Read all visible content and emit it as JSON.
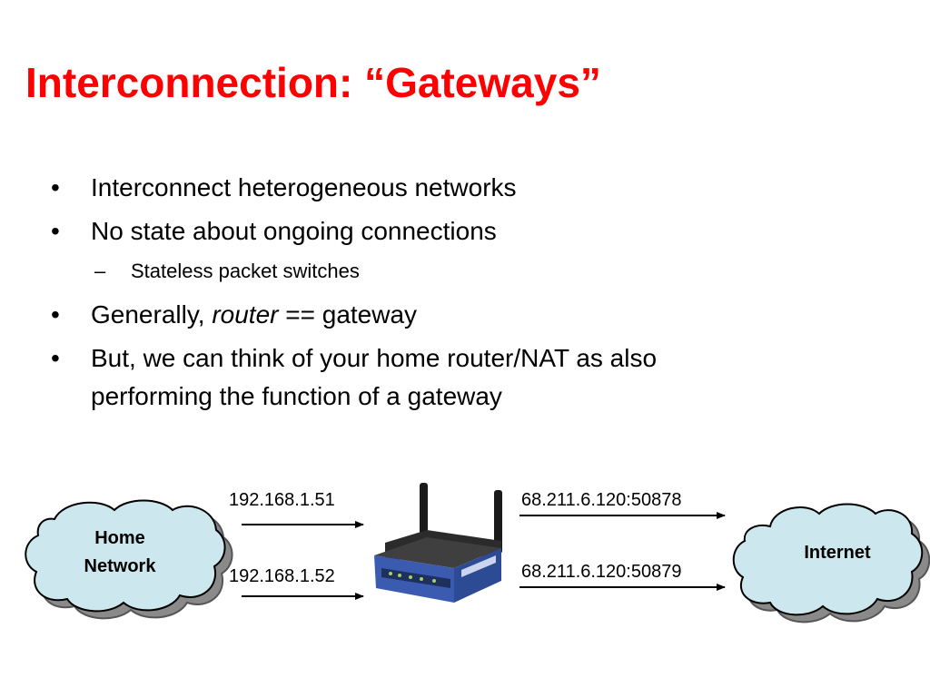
{
  "slide": {
    "title": "Interconnection: “Gateways”",
    "bullet_marker": "•",
    "sub_marker": "–",
    "bullets": [
      {
        "text": "Interconnect heterogeneous networks"
      },
      {
        "text": "No state about ongoing connections"
      },
      {
        "text": "Stateless packet switches"
      },
      {
        "prefix": "Generally, ",
        "emphasis": "router",
        "suffix": " == gateway"
      },
      {
        "line1": "But, we can think of your home router/NAT as also",
        "line2": "performing the function of a gateway"
      }
    ]
  },
  "diagram": {
    "home_cloud": {
      "line1": "Home",
      "line2": "Network"
    },
    "internet_cloud": {
      "label": "Internet"
    },
    "left_ips": [
      "192.168.1.51",
      "192.168.1.52"
    ],
    "right_ips": [
      "68.211.6.120:50878",
      "68.211.6.120:50879"
    ],
    "cloud_fill": "#cce8ee",
    "cloud_shadow": "#8a8a8a",
    "router_color": "#3a5bb0"
  }
}
